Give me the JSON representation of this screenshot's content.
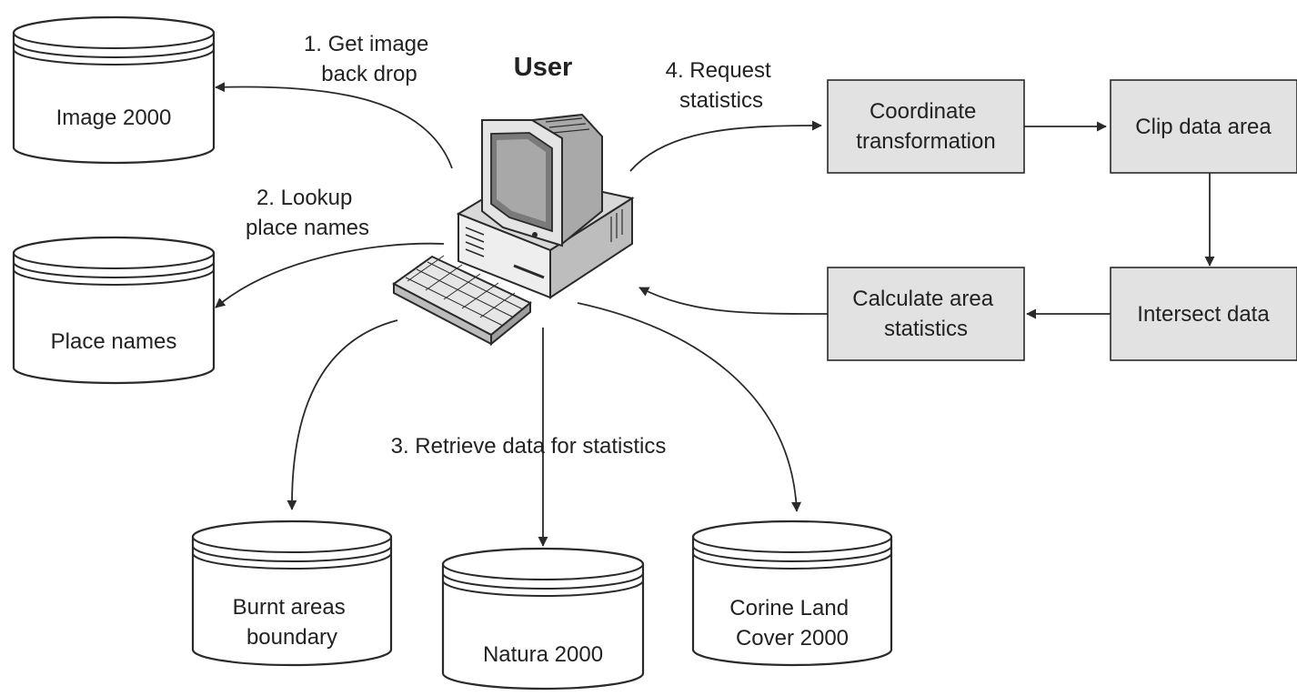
{
  "user_label": "User",
  "databases": {
    "image2000": [
      "Image 2000"
    ],
    "place_names": [
      "Place names"
    ],
    "burnt_areas": [
      "Burnt areas",
      "boundary"
    ],
    "natura": [
      "Natura 2000"
    ],
    "corine": [
      "Corine Land",
      "Cover 2000"
    ]
  },
  "processes": {
    "coordinate": [
      "Coordinate",
      "transformation"
    ],
    "clip": [
      "Clip data area"
    ],
    "intersect": [
      "Intersect data"
    ],
    "calculate": [
      "Calculate area",
      "statistics"
    ]
  },
  "flow_labels": {
    "step1": [
      "1. Get image",
      "back drop"
    ],
    "step2": [
      "2. Lookup",
      "place names"
    ],
    "step3": [
      "3. Retrieve data for statistics"
    ],
    "step4": [
      "4. Request",
      "statistics"
    ]
  }
}
